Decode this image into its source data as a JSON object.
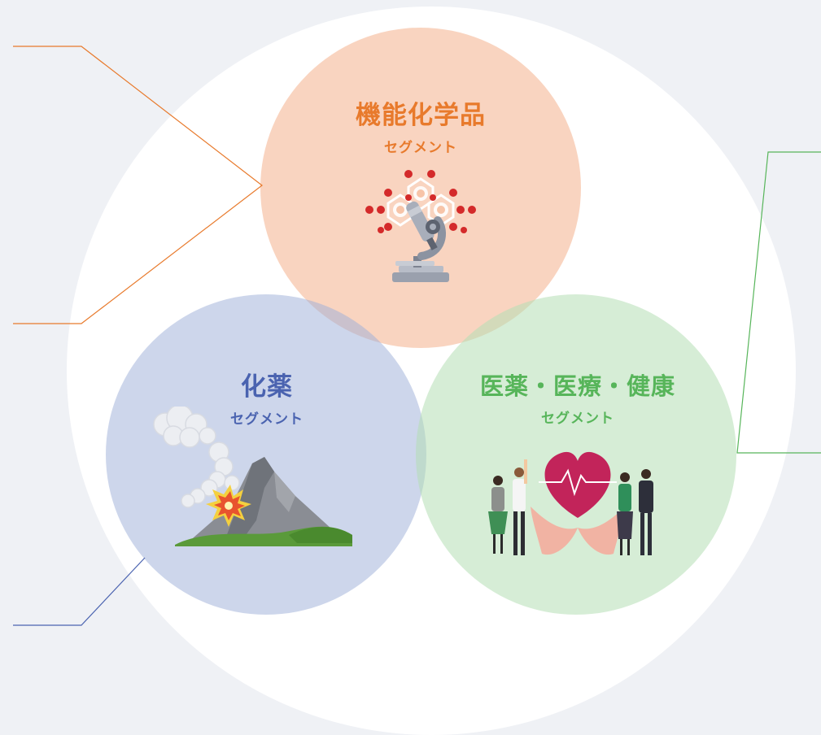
{
  "segments": {
    "functional_chemicals": {
      "title": "機能化学品",
      "subtitle": "セグメント",
      "color": "#e87a2c"
    },
    "explosives": {
      "title": "化薬",
      "subtitle": "セグメント",
      "color": "#4a63b0"
    },
    "life_science": {
      "title": "医薬・医療・健康",
      "subtitle": "セグメント",
      "color": "#57b55a"
    }
  },
  "icons": {
    "functional_chemicals": "microscope-molecule-icon",
    "explosives": "volcano-explosion-icon",
    "life_science": "heart-hands-people-icon"
  }
}
